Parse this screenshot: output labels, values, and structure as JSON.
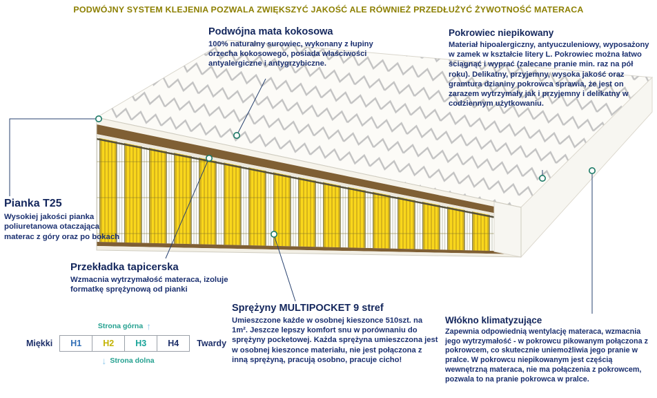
{
  "header": {
    "text": "PODWÓJNY SYSTEM KLEJENIA POZWALA ZWIĘKSZYĆ JAKOŚĆ ALE RÓWNIEŻ PRZEDŁUŻYĆ ŻYWOTNOŚĆ MATERACA",
    "color": "#8c7f00"
  },
  "annotations": {
    "coconut": {
      "title": "Podwójna mata kokosowa",
      "body": "100% naturalny surowiec, wykonany z łupiny orzecha kokosowego, posiada właściwości antyalergiczne i antygrzybiczne."
    },
    "cover": {
      "title": "Pokrowiec niepikowany",
      "body": "Materiał hipoalergiczny, antyuczuleniowy, wyposażony w zamek w kształcie litery L. Pokrowiec można łatwo ściągnąć i wyprać (zalecane pranie min. raz na pół roku). Delikatny, przyjemny, wysoka jakość oraz gramtura dzianiny pokrowca sprawia, że jest on zarazem wytrzymały jak i przyjemny i delikatny w codziennym użytkowaniu."
    },
    "foam": {
      "title": "Pianka T25",
      "body": "Wysokiej jakości pianka poliuretanowa otaczająca materac z góry oraz po bokach"
    },
    "spacer": {
      "title": "Przekładka tapicerska",
      "body": "Wzmacnia wytrzymałość materaca, izoluje formatkę sprężynową od pianki"
    },
    "springs": {
      "title": "Sprężyny MULTIPOCKET 9 stref",
      "body": "Umieszczone każde w osobnej kieszonce 510szt. na 1m². Jeszcze lepszy komfort snu w porównaniu do sprężyny pocketowej. Każda sprężyna umieszczona jest w osobnej kieszonce materiału, nie jest połączona z inną sprężyną, pracują osobno, pracuje cicho!"
    },
    "fiber": {
      "title": "Włókno klimatyzujące",
      "body": "Zapewnia odpowiednią wentylację materaca, wzmacnia jego wytrzymałość - w pokrowcu pikowanym połączona z pokrowcem, co skutecznie uniemożliwia jego pranie w pralce. W pokrowcu niepikowanym jest częścią wewnętrzną materaca, nie ma połączenia z pokrowcem, pozwala to na pranie pokrowca w pralce."
    }
  },
  "hardness_scale": {
    "top_label": "Strona górna",
    "bottom_label": "Strona dolna",
    "soft_label": "Miękki",
    "hard_label": "Twardy",
    "up_arrow_glyph": "↑",
    "down_arrow_glyph": "↓",
    "levels": [
      {
        "label": "H1",
        "color": "#2f6db5"
      },
      {
        "label": "H2",
        "color": "#c3b300"
      },
      {
        "label": "H3",
        "color": "#17a398"
      },
      {
        "label": "H4",
        "color": "#1d2f69"
      }
    ]
  },
  "colors": {
    "heading_text": "#13265c",
    "body_text": "#1b3070",
    "header_olive": "#8c7f00",
    "teal_label": "#23a08f",
    "arrow_blue": "#8fc9ea",
    "spring_yellow": "#f9d71c",
    "coconut_brown": "#7f5f34",
    "connector_line": "#27416f",
    "connector_dot": "#1c7a66"
  }
}
